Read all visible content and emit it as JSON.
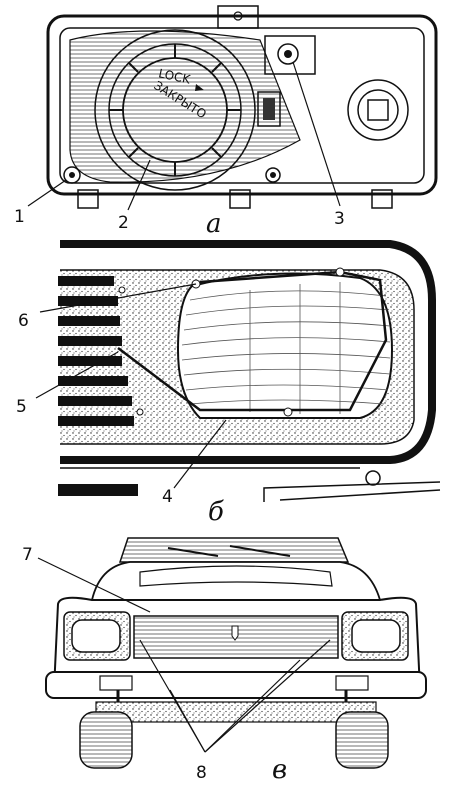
{
  "panel_a": {
    "letter": "а",
    "cap_text_top": "LOCK",
    "cap_text_bottom": "ЗАКРЫТО",
    "callouts": [
      "1",
      "2",
      "3"
    ]
  },
  "panel_b": {
    "letter": "б",
    "callouts": [
      "6",
      "5",
      "4"
    ]
  },
  "panel_c": {
    "letter": "в",
    "callouts": [
      "7",
      "8"
    ]
  }
}
